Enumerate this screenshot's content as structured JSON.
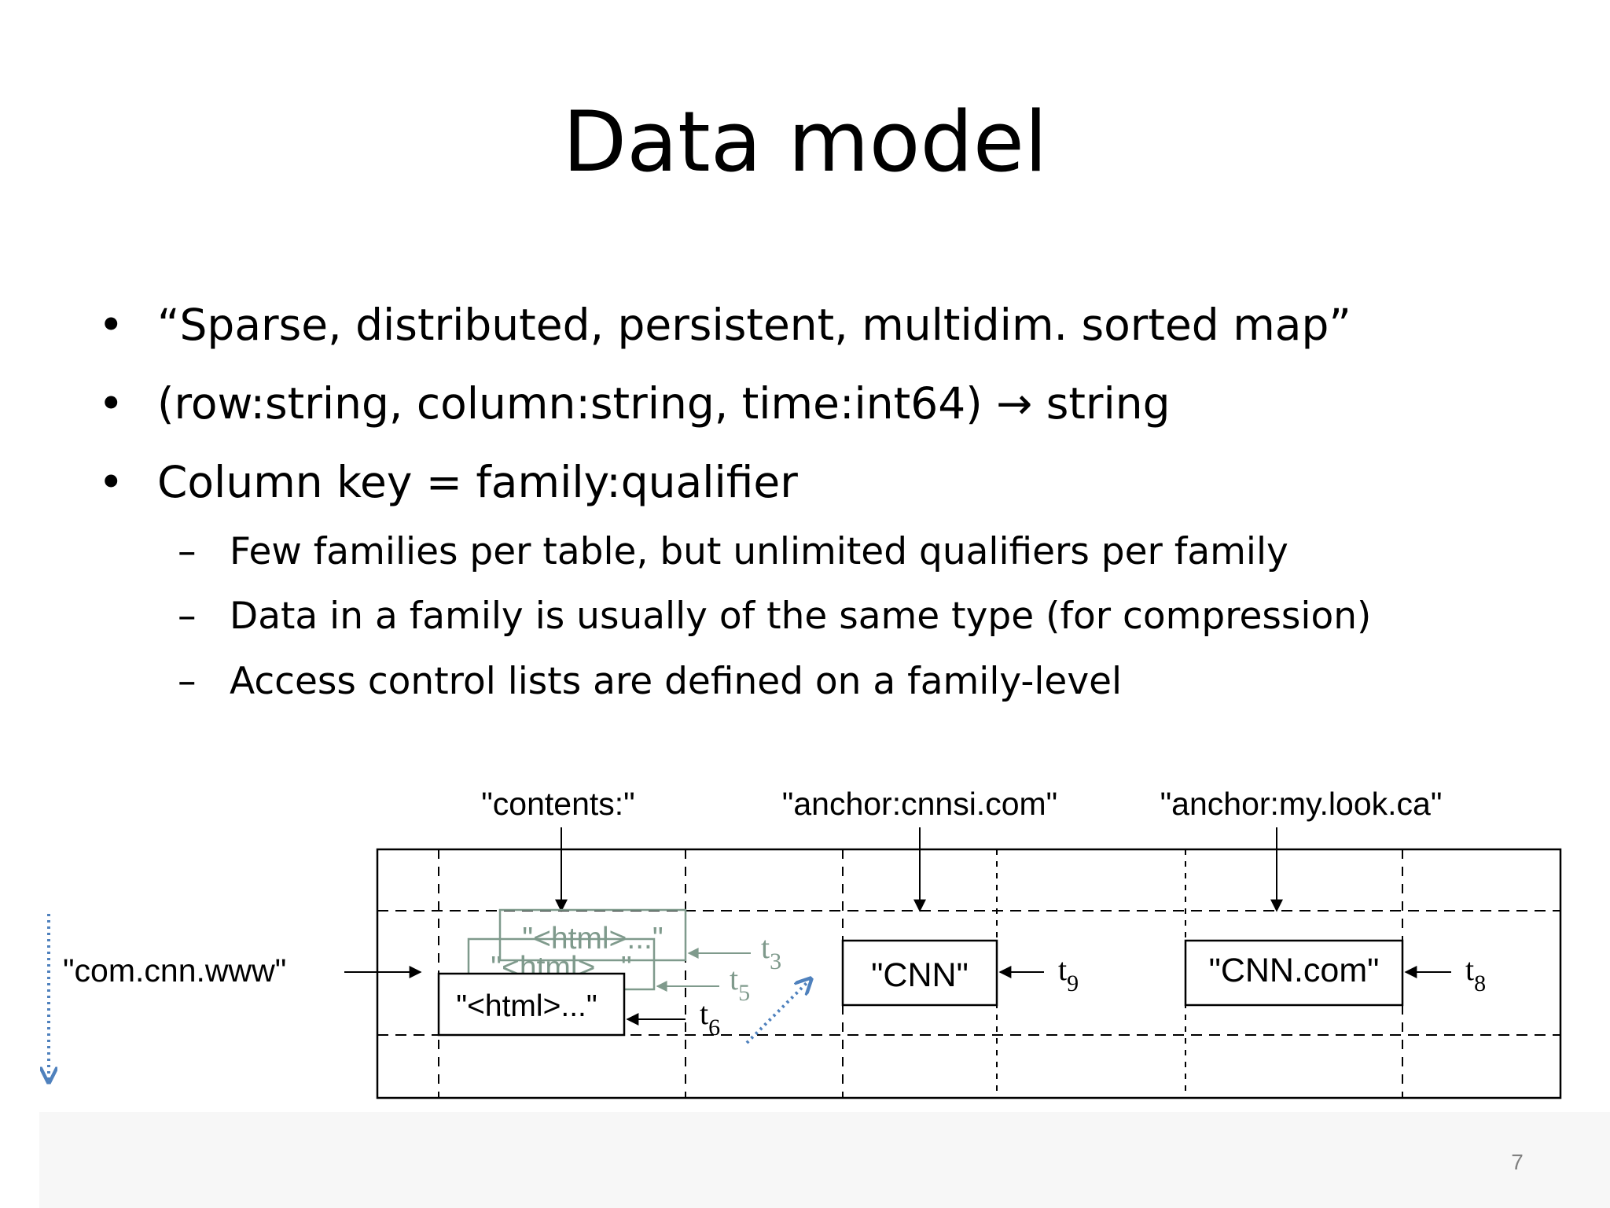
{
  "slide": {
    "title": "Data model",
    "bullets": [
      "“Sparse, distributed, persistent, multidim. sorted map”",
      "(row:string, column:string, time:int64) → string",
      "Column key = family:qualifier"
    ],
    "sub_bullets": [
      "Few families per table, but unlimited qualifiers per family",
      "Data in a family is usually of the same type (for compression)",
      "Access control lists are defined on a family-level"
    ],
    "bullet_marker": "•",
    "sub_bullet_marker": "–",
    "page_number": "7"
  },
  "diagram": {
    "columns": {
      "contents": "\"contents:\"",
      "anchor_cnnsi": "\"anchor:cnnsi.com\"",
      "anchor_mylook": "\"anchor:my.look.ca\""
    },
    "row_key": "\"com.cnn.www\"",
    "cells": {
      "html_t3": "\"<html>...\"",
      "html_t5": "\"<html>...\"",
      "html_t6": "\"<html>...\"",
      "cnn": "\"CNN\"",
      "cnn_com": "\"CNN.com\""
    },
    "timestamps": {
      "t3": "3",
      "t5": "5",
      "t6": "6",
      "t9": "9",
      "t8": "8"
    },
    "timestamp_letter": "t",
    "colors": {
      "line": "#000000",
      "old_version": "#7f9a8c",
      "arrow_blue": "#4f81bd"
    }
  }
}
